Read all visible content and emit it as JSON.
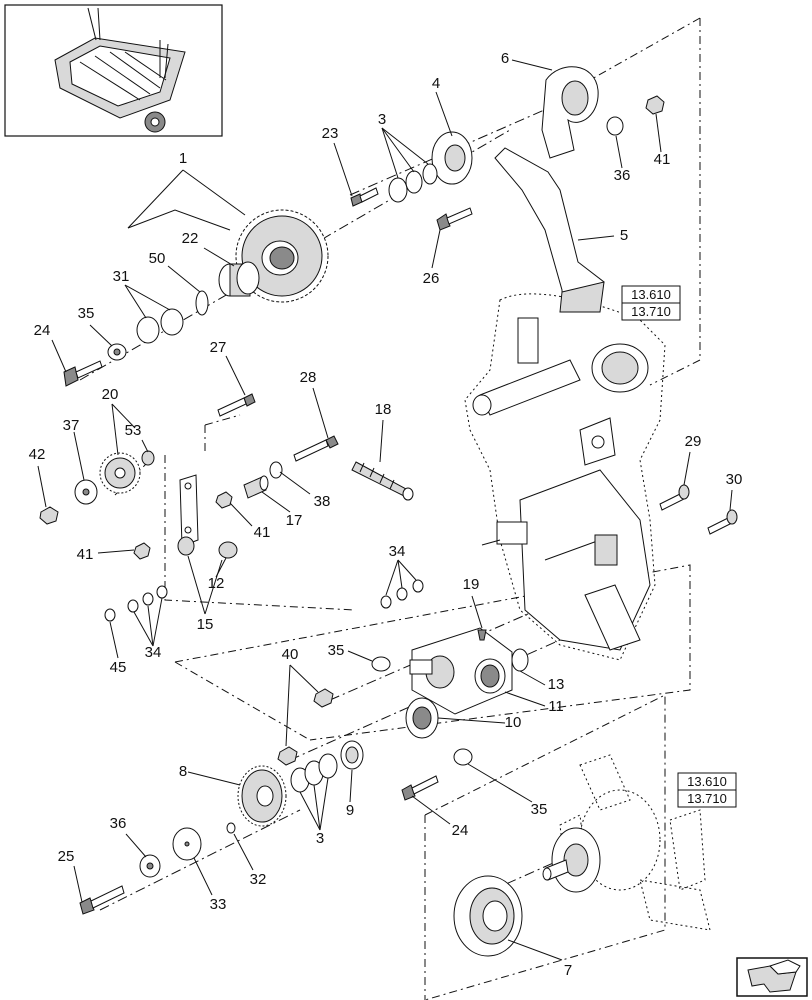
{
  "reference_boxes": [
    {
      "top": "13.610",
      "bottom": "13.710"
    },
    {
      "top": "13.610",
      "bottom": "13.710"
    }
  ],
  "callouts": [
    {
      "id": "c1",
      "text": "1"
    },
    {
      "id": "c3a",
      "text": "3"
    },
    {
      "id": "c4",
      "text": "4"
    },
    {
      "id": "c6",
      "text": "6"
    },
    {
      "id": "c23",
      "text": "23"
    },
    {
      "id": "c41a",
      "text": "41"
    },
    {
      "id": "c36a",
      "text": "36"
    },
    {
      "id": "c22",
      "text": "22"
    },
    {
      "id": "c50",
      "text": "50"
    },
    {
      "id": "c26",
      "text": "26"
    },
    {
      "id": "c5",
      "text": "5"
    },
    {
      "id": "c31",
      "text": "31"
    },
    {
      "id": "c35a",
      "text": "35"
    },
    {
      "id": "c24a",
      "text": "24"
    },
    {
      "id": "c27",
      "text": "27"
    },
    {
      "id": "c28",
      "text": "28"
    },
    {
      "id": "c18",
      "text": "18"
    },
    {
      "id": "c20",
      "text": "20"
    },
    {
      "id": "c37",
      "text": "37"
    },
    {
      "id": "c53",
      "text": "53"
    },
    {
      "id": "c42",
      "text": "42"
    },
    {
      "id": "c29",
      "text": "29"
    },
    {
      "id": "c30",
      "text": "30"
    },
    {
      "id": "c38",
      "text": "38"
    },
    {
      "id": "c17",
      "text": "17"
    },
    {
      "id": "c41b",
      "text": "41"
    },
    {
      "id": "c41c",
      "text": "41"
    },
    {
      "id": "c12",
      "text": "12"
    },
    {
      "id": "c34a",
      "text": "34"
    },
    {
      "id": "c15",
      "text": "15"
    },
    {
      "id": "c34b",
      "text": "34"
    },
    {
      "id": "c45",
      "text": "45"
    },
    {
      "id": "c19",
      "text": "19"
    },
    {
      "id": "c40",
      "text": "40"
    },
    {
      "id": "c35b",
      "text": "35"
    },
    {
      "id": "c13",
      "text": "13"
    },
    {
      "id": "c11",
      "text": "11"
    },
    {
      "id": "c10",
      "text": "10"
    },
    {
      "id": "c8",
      "text": "8"
    },
    {
      "id": "c9",
      "text": "9"
    },
    {
      "id": "c3b",
      "text": "3"
    },
    {
      "id": "c24b",
      "text": "24"
    },
    {
      "id": "c35c",
      "text": "35"
    },
    {
      "id": "c36b",
      "text": "36"
    },
    {
      "id": "c25",
      "text": "25"
    },
    {
      "id": "c32",
      "text": "32"
    },
    {
      "id": "c33",
      "text": "33"
    },
    {
      "id": "c7",
      "text": "7"
    }
  ]
}
